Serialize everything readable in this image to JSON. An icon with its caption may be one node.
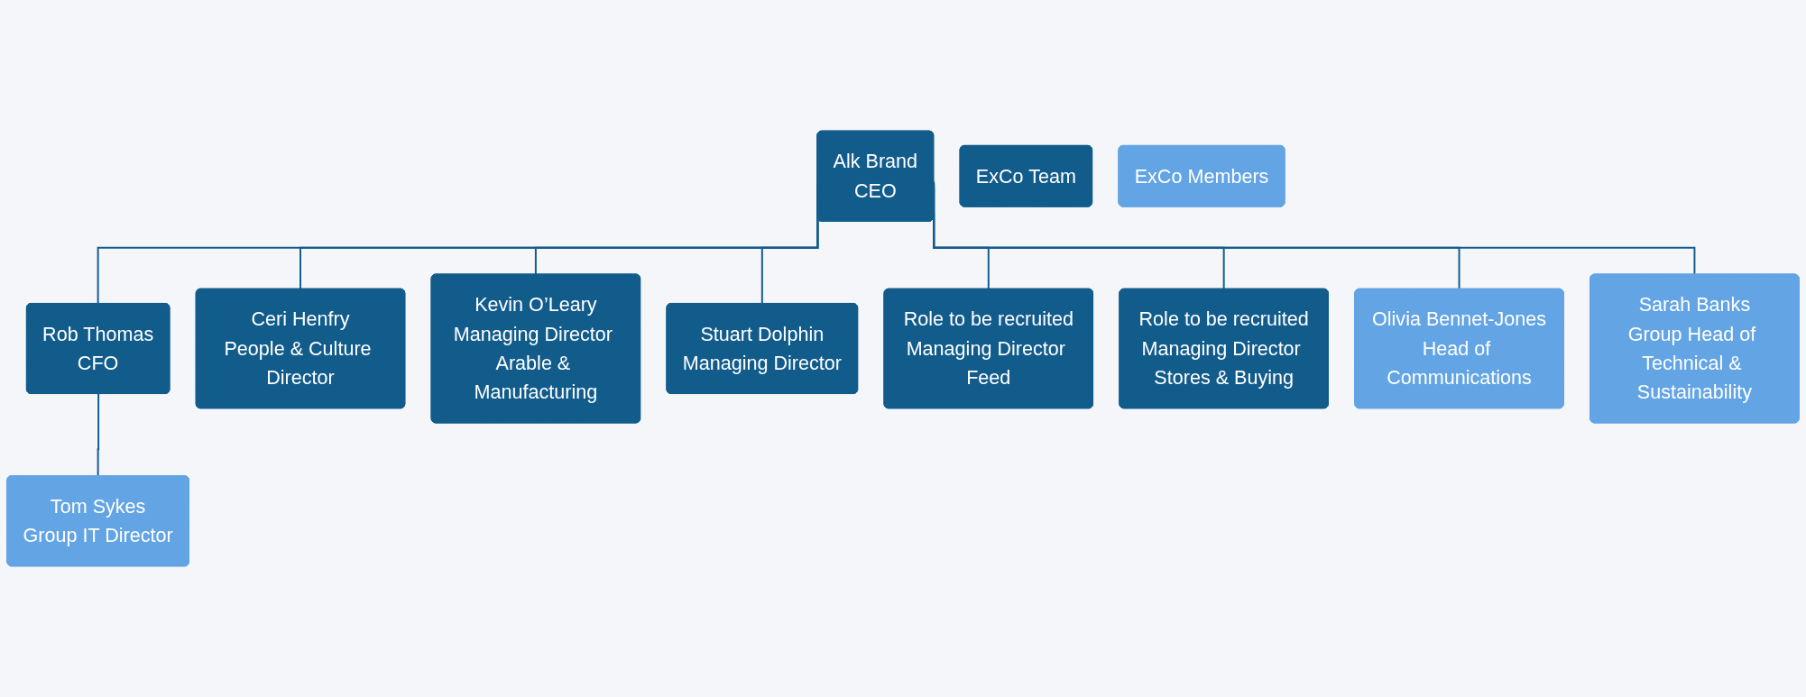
{
  "diagram": {
    "nodes": [
      {
        "text": [
          "ExCo Team"
        ]
      },
      {
        "text": [
          "ExCo Members"
        ]
      },
      {
        "text": [
          "Alk Brand",
          "CEO"
        ]
      },
      {
        "text": [
          "Rob Thomas",
          "CFO"
        ]
      },
      {
        "text": [
          "Ceri Henfry",
          "People & Culture Director"
        ]
      },
      {
        "text": [
          "Kevin O’Leary",
          "Managing Director Arable & Manufacturing"
        ]
      },
      {
        "text": [
          "Stuart Dolphin",
          "Managing Director"
        ]
      },
      {
        "text": [
          "Role to be recruited",
          "Managing Director Feed"
        ]
      },
      {
        "text": [
          "Role to be recruited",
          "Managing Director Stores & Buying"
        ]
      },
      {
        "text": [
          "Tom Sykes",
          "Group IT Director"
        ]
      },
      {
        "text": [
          "Olivia Bennet-Jones",
          "Head of Communications"
        ]
      },
      {
        "text": [
          "Sarah Banks",
          "Group Head of Technical & Sustainability"
        ]
      }
    ],
    "edges": [
      {
        "from": 2,
        "to": 3,
        "arrow": "none"
      },
      {
        "from": 2,
        "to": 4,
        "arrow": "none"
      },
      {
        "from": 2,
        "to": 5,
        "arrow": "none"
      },
      {
        "from": 2,
        "to": 6,
        "arrow": "none"
      },
      {
        "from": 2,
        "to": 7,
        "arrow": "none"
      },
      {
        "from": 2,
        "to": 8,
        "arrow": "none"
      },
      {
        "from": 2,
        "to": 10,
        "arrow": "none"
      },
      {
        "from": 2,
        "to": 11,
        "arrow": "none"
      },
      {
        "from": 3,
        "to": 9,
        "arrow": "none"
      }
    ]
  }
}
